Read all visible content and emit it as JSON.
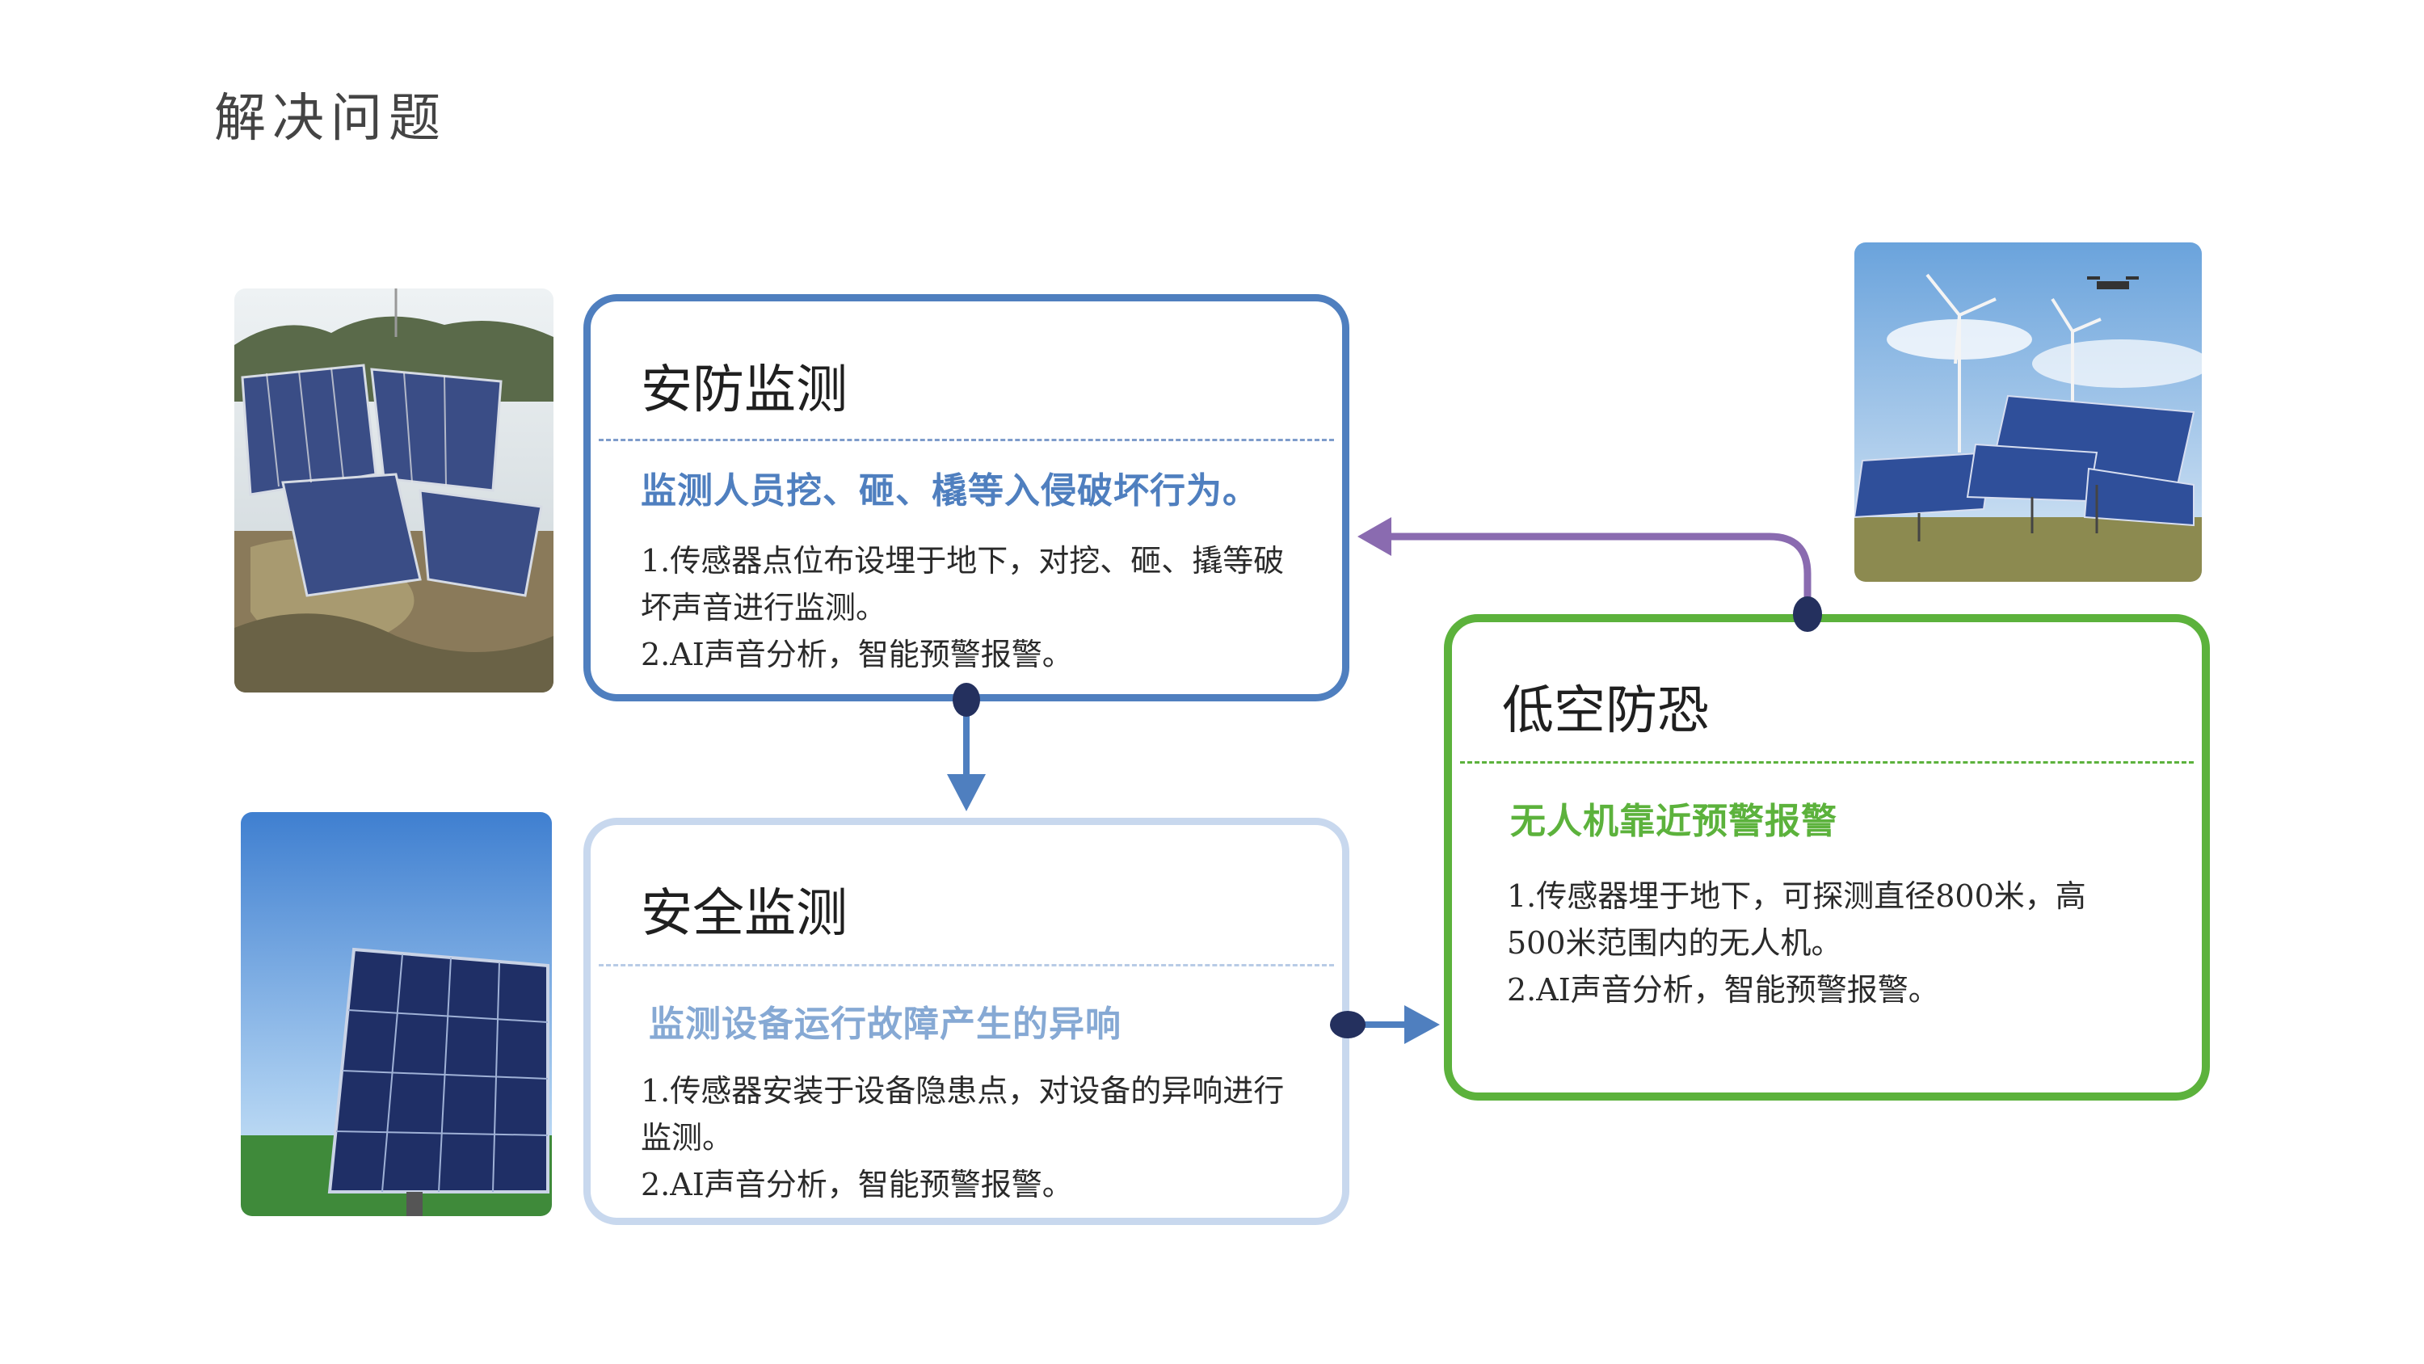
{
  "page": {
    "title": "解决问题"
  },
  "cards": {
    "security": {
      "title": "安防监测",
      "subtitle": "监测人员挖、砸、橇等入侵破坏行为。",
      "lines": [
        "1.传感器点位布设埋于地下，对挖、砸、撬等破坏声音进行监测。",
        "2.AI声音分析，智能预警报警。"
      ]
    },
    "safety": {
      "title": "安全监测",
      "subtitle": "监测设备运行故障产生的异响",
      "lines": [
        "1.传感器安装于设备隐患点，对设备的异响进行监测。",
        "2.AI声音分析，智能预警报警。"
      ]
    },
    "air": {
      "title": "低空防恐",
      "subtitle": "无人机靠近预警报警",
      "lines": [
        "1.传感器埋于地下，可探测直径800米，高500米范围内的无人机。",
        "2.AI声音分析，智能预警报警。"
      ]
    }
  },
  "colors": {
    "security_accent": "#4f7fbf",
    "safety_accent": "#c8d8ee",
    "air_accent": "#5cb23c",
    "connector_purple": "#8a6bb0"
  },
  "images": {
    "wrecked_panels": "damaged-solar-panels-photo",
    "single_panel": "single-solar-panel-photo",
    "solar_farm": "solar-farm-with-wind-turbines-and-drone-photo"
  }
}
